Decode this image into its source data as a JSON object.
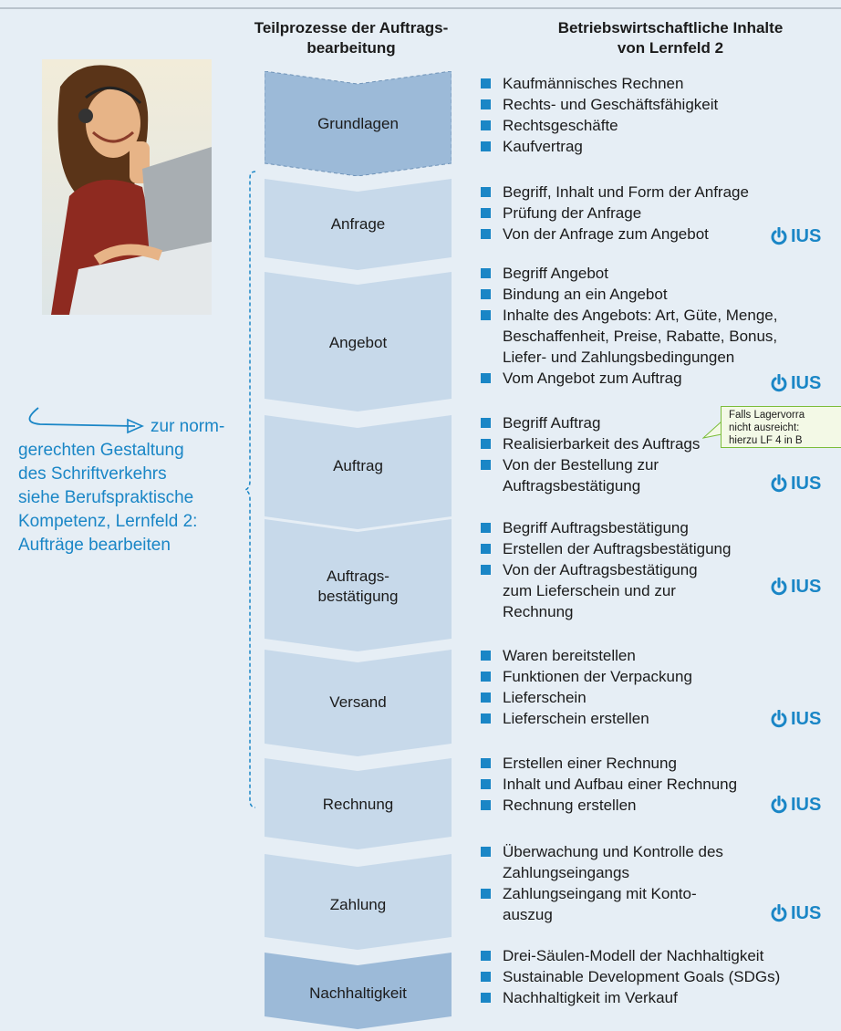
{
  "header": {
    "left_line1": "Teilprozesse der Auftrags-",
    "left_line2": "bearbeitung",
    "right_line1": "Betriebswirtschaftliche Inhalte",
    "right_line2": "von Lernfeld 2"
  },
  "steps": [
    {
      "label1": "Grundlagen",
      "label2": ""
    },
    {
      "label1": "Anfrage",
      "label2": ""
    },
    {
      "label1": "Angebot",
      "label2": ""
    },
    {
      "label1": "Auftrag",
      "label2": ""
    },
    {
      "label1": "Auftrags-",
      "label2": "bestätigung"
    },
    {
      "label1": "Versand",
      "label2": ""
    },
    {
      "label1": "Rechnung",
      "label2": ""
    },
    {
      "label1": "Zahlung",
      "label2": ""
    },
    {
      "label1": "Nachhaltigkeit",
      "label2": ""
    }
  ],
  "contents": [
    [
      [
        "Kaufmännisches Rechnen"
      ],
      [
        "Rechts- und Geschäftsfähigkeit"
      ],
      [
        "Rechtsgeschäfte"
      ],
      [
        "Kaufvertrag"
      ]
    ],
    [
      [
        "Begriff, Inhalt und Form der Anfrage"
      ],
      [
        "Prüfung der Anfrage"
      ],
      [
        "Von der Anfrage zum Angebot"
      ]
    ],
    [
      [
        "Begriff Angebot"
      ],
      [
        "Bindung an ein Angebot"
      ],
      [
        "Inhalte des Angebots: Art, Güte, Menge,",
        "Beschaffenheit, Preise, Rabatte, Bonus,",
        "Liefer- und Zahlungsbedingungen"
      ],
      [
        "Vom Angebot zum Auftrag"
      ]
    ],
    [
      [
        "Begriff Auftrag"
      ],
      [
        "Realisierbarkeit des Auftrags"
      ],
      [
        "Von der Bestellung zur",
        "Auftragsbestätigung"
      ]
    ],
    [
      [
        "Begriff Auftragsbestätigung"
      ],
      [
        "Erstellen der Auftragsbestätigung"
      ],
      [
        "Von der Auftragsbestätigung",
        "zum Lieferschein und zur",
        "Rechnung"
      ]
    ],
    [
      [
        "Waren bereitstellen"
      ],
      [
        "Funktionen der Verpackung"
      ],
      [
        "Lieferschein"
      ],
      [
        "Lieferschein erstellen"
      ]
    ],
    [
      [
        "Erstellen einer Rechnung"
      ],
      [
        "Inhalt und Aufbau einer Rechnung"
      ],
      [
        "Rechnung erstellen"
      ]
    ],
    [
      [
        "Überwachung und Kontrolle des",
        "Zahlungseingangs"
      ],
      [
        "Zahlungseingang mit Konto-",
        "auszug"
      ]
    ],
    [
      [
        "Drei-Säulen-Modell der Nachhaltigkeit"
      ],
      [
        "Sustainable Development Goals (SDGs)"
      ],
      [
        "Nachhaltigkeit im Verkauf"
      ]
    ]
  ],
  "badge": {
    "text": "IUS"
  },
  "note": {
    "lines": [
      "zur norm-",
      "gerechten Gestaltung",
      "des Schriftverkehrs",
      "siehe Berufspraktische",
      "Kompetenz, Lernfeld 2:",
      "Aufträge bearbeiten"
    ]
  },
  "callout": {
    "lines": [
      "Falls Lagervorra",
      "nicht ausreicht:",
      "hierzu LF 4 in B"
    ]
  },
  "colors": {
    "accent_blue": "#1a86c6",
    "chevron_fill": "#c7d9ea",
    "chevron_dark_fill": "#9cbad8",
    "callout_border": "#7bbd3a"
  },
  "icons": {
    "badge_icon": "power-icon",
    "photo": "woman-headset-photo"
  }
}
